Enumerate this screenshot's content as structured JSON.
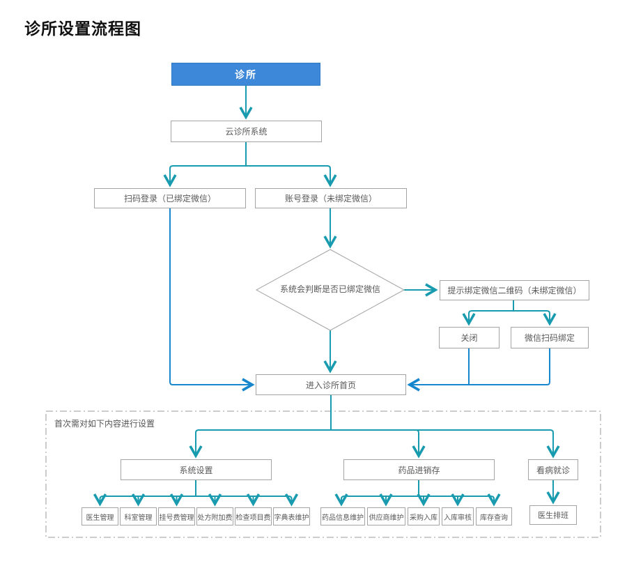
{
  "title": "诊所设置流程图",
  "colors": {
    "node_blue": "#3d88d8",
    "line_teal": "#189aaf",
    "line_blue": "#1787cd",
    "border_gray": "#a3a3a3"
  },
  "nodes": {
    "clinic": "诊所",
    "cloud_system": "云诊所系统",
    "scan_login": "扫码登录（已绑定微信）",
    "account_login": "账号登录（未绑定微信）",
    "judge_wechat": "系统会判断是否已绑定微信",
    "qr_prompt": "提示绑定微信二维码（未绑定微信）",
    "close": "关闭",
    "wechat_scan_bind": "微信扫码绑定",
    "enter_homepage": "进入诊所首页",
    "system_settings": "系统设置",
    "drug_inventory": "药品进销存",
    "see_doctor": "看病就诊",
    "doctor_schedule": "医生排班"
  },
  "setup_note": "首次需对如下内容进行设置",
  "system_settings_children": [
    "医生管理",
    "科室管理",
    "挂号费管理",
    "处方附加费",
    "检查项目费",
    "字典表维护"
  ],
  "drug_inventory_children": [
    "药品信息维护",
    "供应商维护",
    "采购入库",
    "入库审核",
    "库存查询"
  ]
}
